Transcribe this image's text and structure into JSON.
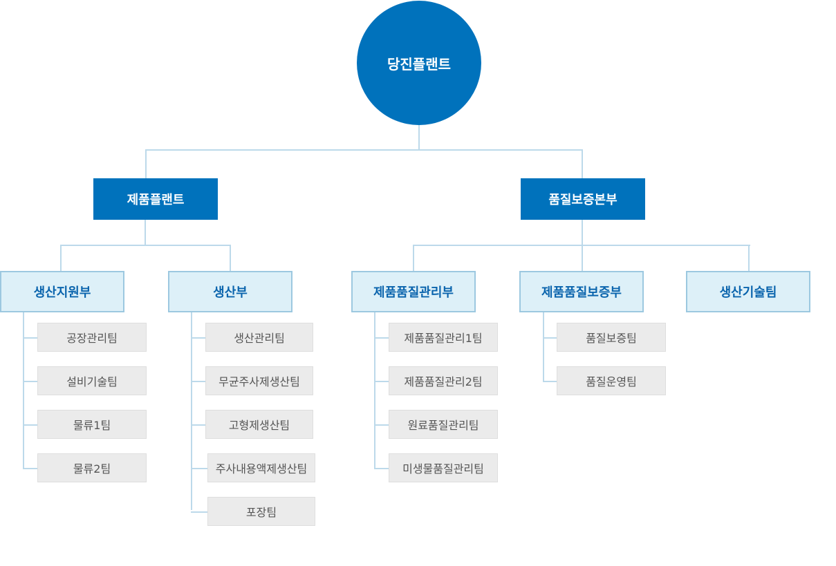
{
  "root": {
    "label": "당진플랜트"
  },
  "divisions": [
    {
      "label": "제품플랜트"
    },
    {
      "label": "품질보증본부"
    }
  ],
  "departments": [
    {
      "label": "생산지원부",
      "teams": [
        "공장관리팀",
        "설비기술팀",
        "물류1팀",
        "물류2팀"
      ]
    },
    {
      "label": "생산부",
      "teams": [
        "생산관리팀",
        "무균주사제생산팀",
        "고형제생산팀",
        "주사내용액제생산팀",
        "포장팀"
      ]
    },
    {
      "label": "제품품질관리부",
      "teams": [
        "제품품질관리1팀",
        "제품품질관리2팀",
        "원료품질관리팀",
        "미생물품질관리팀"
      ]
    },
    {
      "label": "제품품질보증부",
      "teams": [
        "품질보증팀",
        "품질운영팀"
      ]
    },
    {
      "label": "생산기술팀",
      "teams": []
    }
  ],
  "colors": {
    "primary": "#0072bc",
    "dept_bg": "#ddf0f8",
    "dept_border": "#9cc8e0",
    "team_bg": "#ebebeb",
    "line": "#bcd9ea"
  }
}
